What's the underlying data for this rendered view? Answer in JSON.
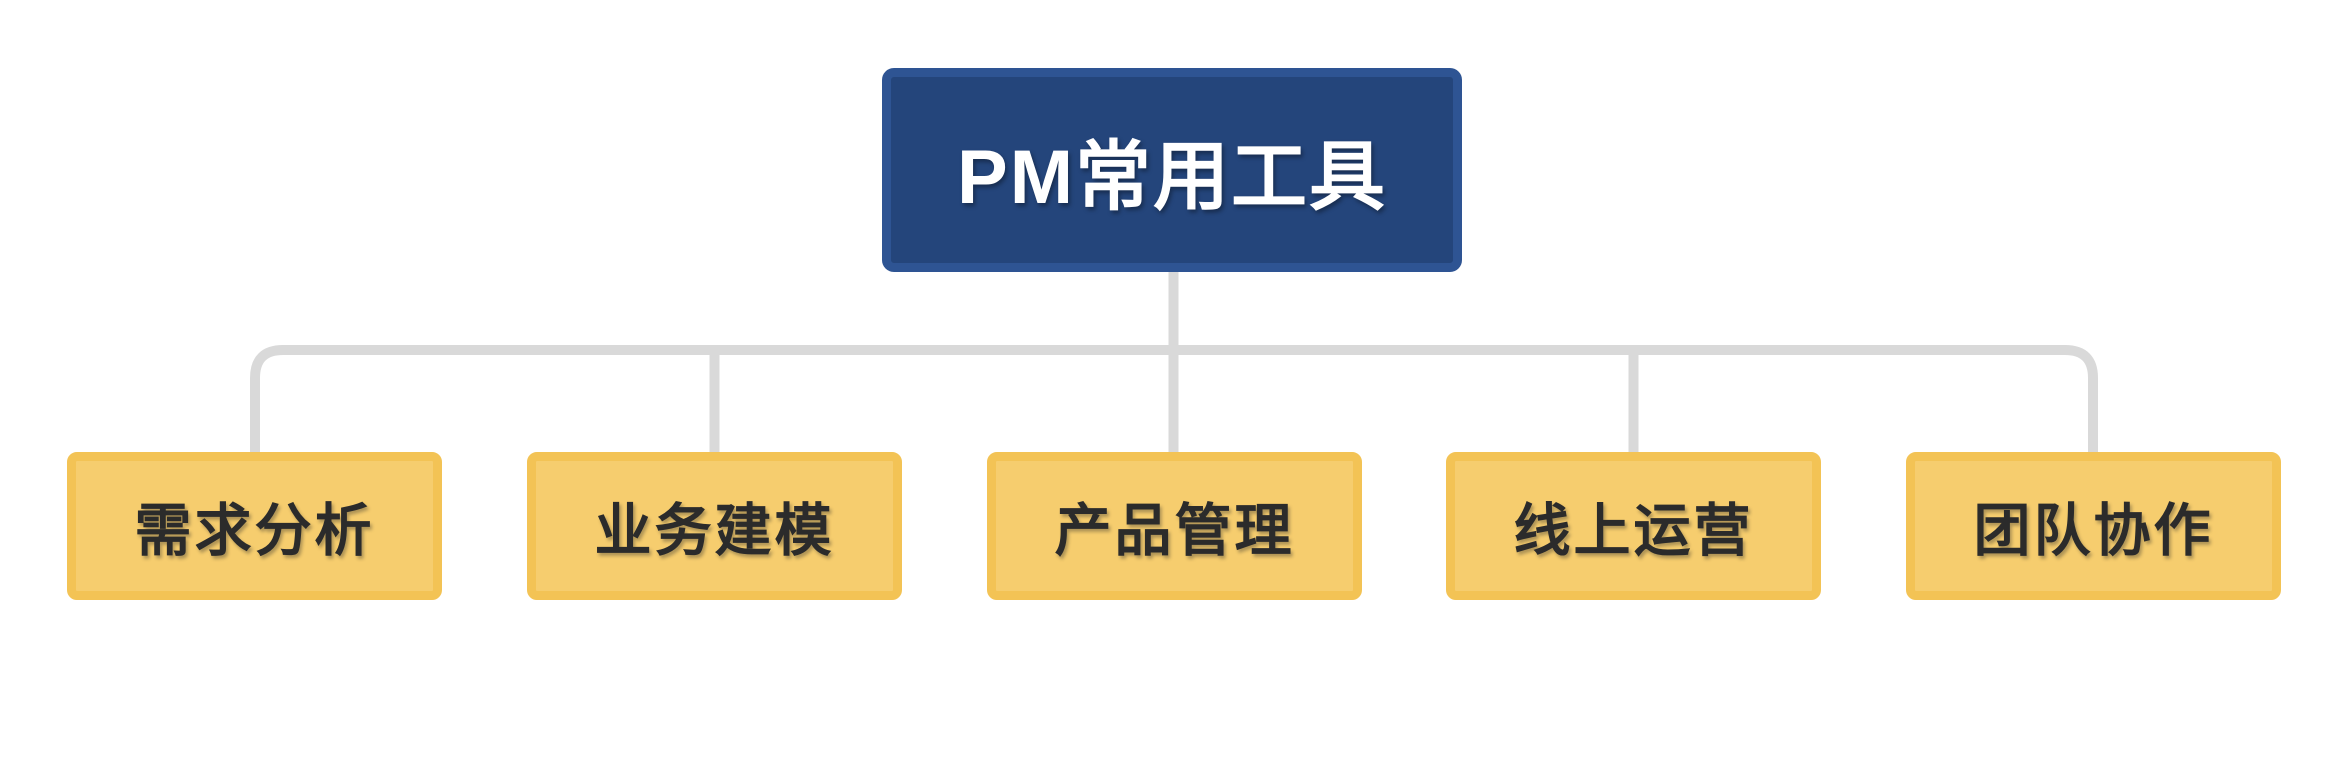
{
  "diagram": {
    "title": "PM常用工具",
    "root": {
      "label": "PM常用工具"
    },
    "children": [
      {
        "label": "需求分析"
      },
      {
        "label": "业务建模"
      },
      {
        "label": "产品管理"
      },
      {
        "label": "线上运营"
      },
      {
        "label": "团队协作"
      }
    ]
  },
  "colors": {
    "root_fill": "#24457B",
    "root_border": "#2E5493",
    "root_text": "#FFFFFF",
    "child_fill": "#F6CD6E",
    "child_border": "#F3C355",
    "child_text": "#2B2B2B",
    "connector": "#D9D9D9",
    "background": "#FFFFFF"
  }
}
